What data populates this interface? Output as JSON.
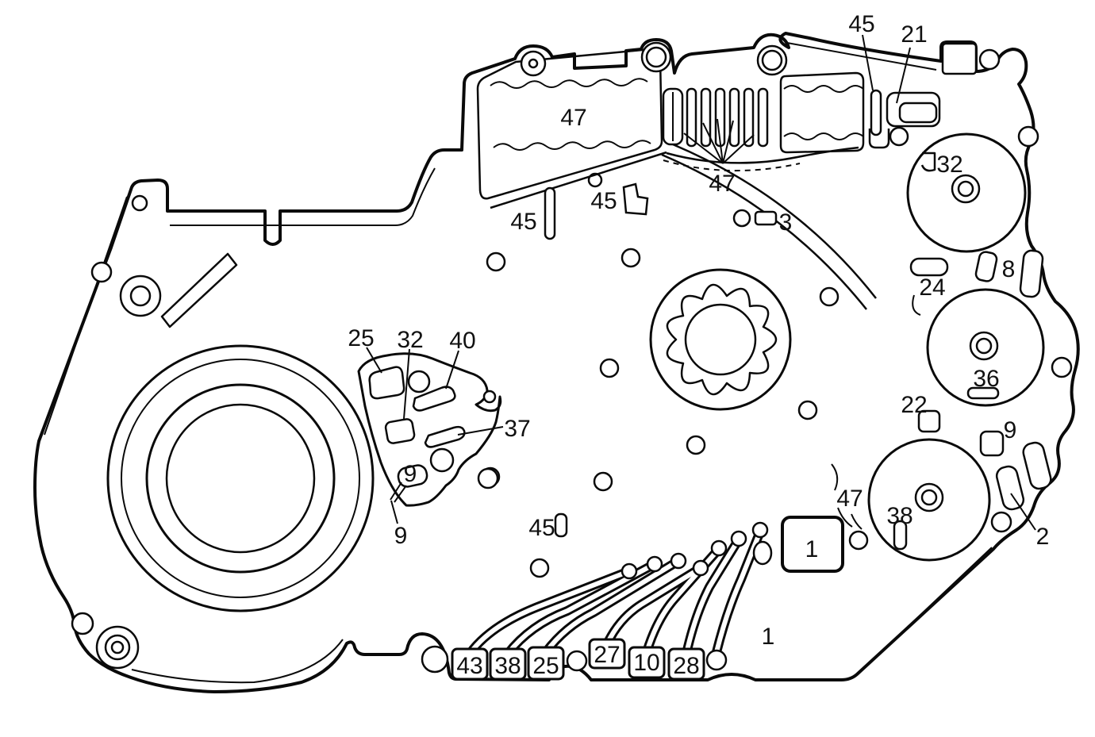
{
  "figure": {
    "kind": "technical line diagram",
    "subject": "transmission case cover fluid-passage face with numbered part callouts",
    "background_color": "#ffffff",
    "line_color": "#0a0a0a",
    "label_color": "#111111",
    "callout_count": 31
  },
  "callouts": [
    {
      "id": "45-top",
      "text": "45"
    },
    {
      "id": "21",
      "text": "21"
    },
    {
      "id": "47-plate",
      "text": "47"
    },
    {
      "id": "47-slots",
      "text": "47"
    },
    {
      "id": "45-pin",
      "text": "45"
    },
    {
      "id": "45-bracket",
      "text": "45"
    },
    {
      "id": "3",
      "text": "3"
    },
    {
      "id": "32-upper-boss",
      "text": "32"
    },
    {
      "id": "8",
      "text": "8"
    },
    {
      "id": "24",
      "text": "24"
    },
    {
      "id": "36",
      "text": "36"
    },
    {
      "id": "22",
      "text": "22"
    },
    {
      "id": "9-right",
      "text": "9"
    },
    {
      "id": "25-cluster",
      "text": "25"
    },
    {
      "id": "32-cluster",
      "text": "32"
    },
    {
      "id": "40",
      "text": "40"
    },
    {
      "id": "37",
      "text": "37"
    },
    {
      "id": "9-cluster",
      "text": "9"
    },
    {
      "id": "9-lower",
      "text": "9"
    },
    {
      "id": "45-bottom",
      "text": "45"
    },
    {
      "id": "47-lower",
      "text": "47"
    },
    {
      "id": "38-boss",
      "text": "38"
    },
    {
      "id": "2",
      "text": "2"
    },
    {
      "id": "1-pad",
      "text": "1"
    },
    {
      "id": "1-lower",
      "text": "1"
    },
    {
      "id": "43-channel",
      "text": "43"
    },
    {
      "id": "38-channel",
      "text": "38"
    },
    {
      "id": "25-channel",
      "text": "25"
    },
    {
      "id": "27-channel",
      "text": "27"
    },
    {
      "id": "10-channel",
      "text": "10"
    },
    {
      "id": "28-channel",
      "text": "28"
    }
  ]
}
